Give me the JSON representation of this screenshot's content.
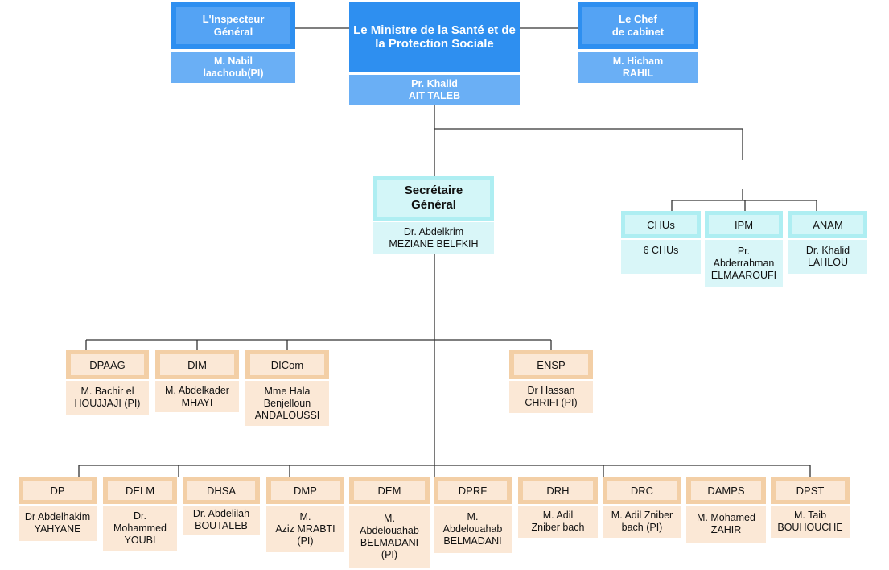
{
  "top": {
    "inspecteur": {
      "title": "L'Inspecteur\nGénéral",
      "name": "M. Nabil\nlaachoub(PI)"
    },
    "ministre": {
      "title": "Le Ministre\nde la Santé et de la\nProtection Sociale",
      "name": "Pr. Khalid\nAIT TALEB"
    },
    "chef_cabinet": {
      "title": "Le Chef\nde cabinet",
      "name": "M. Hicham\nRAHIL"
    }
  },
  "secretaire": {
    "title": "Secrétaire\nGénéral",
    "name": "Dr. Abdelkrim\nMEZIANE BELFKIH"
  },
  "agencies": [
    {
      "title": "CHUs",
      "name": "6 CHUs"
    },
    {
      "title": "IPM",
      "name": "Pr.\nAbderrahman\nELMAAROUFI"
    },
    {
      "title": "ANAM",
      "name": "Dr. Khalid\nLAHLOU"
    }
  ],
  "middle": [
    {
      "title": "DPAAG",
      "name": "M. Bachir el\nHOUJJAJI (PI)"
    },
    {
      "title": "DIM",
      "name": "M. Abdelkader\nMHAYI"
    },
    {
      "title": "DICom",
      "name": "Mme Hala\nBenjelloun\nANDALOUSSI"
    },
    {
      "title": "ENSP",
      "name": "Dr Hassan\nCHRIFI (PI)"
    }
  ],
  "bottom": [
    {
      "title": "DP",
      "name": "Dr Abdelhakim\nYAHYANE"
    },
    {
      "title": "DELM",
      "name": "Dr.\nMohammed\nYOUBI"
    },
    {
      "title": "DHSA",
      "name": "Dr. Abdelilah\nBOUTALEB"
    },
    {
      "title": "DMP",
      "name": "M.\nAziz MRABTI\n(PI)"
    },
    {
      "title": "DEM",
      "name": "M.\nAbdelouahab\nBELMADANI\n(PI)"
    },
    {
      "title": "DPRF",
      "name": "M.\nAbdelouahab\nBELMADANI"
    },
    {
      "title": "DRH",
      "name": "M. Adil\nZniber bach"
    },
    {
      "title": "DRC",
      "name": "M. Adil Zniber\nbach (PI)"
    },
    {
      "title": "DAMPS",
      "name": "M. Mohamed\nZAHIR"
    },
    {
      "title": "DPST",
      "name": "M. Taib\nBOUHOUCHE"
    }
  ],
  "colors": {
    "blue": "#2e8ff0",
    "cyan": "#aeeef2",
    "orange": "#f3cfa6",
    "line": "#333333"
  }
}
